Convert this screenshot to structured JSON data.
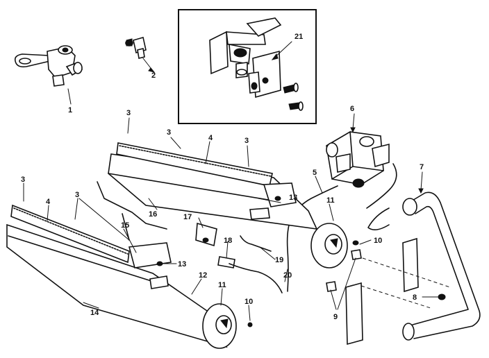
{
  "callouts": {
    "c1": "1",
    "c2": "2",
    "c3a": "3",
    "c3b": "3",
    "c3c": "3",
    "c3d": "3",
    "c3e": "3",
    "c4a": "4",
    "c4b": "4",
    "c5": "5",
    "c6": "6",
    "c7": "7",
    "c8": "8",
    "c9": "9",
    "c10a": "10",
    "c10b": "10",
    "c11a": "11",
    "c11b": "11",
    "c12": "12",
    "c13a": "13",
    "c13b": "13",
    "c14": "14",
    "c15": "15",
    "c16": "16",
    "c17": "17",
    "c18": "18",
    "c19": "19",
    "c20": "20",
    "c21": "21"
  }
}
